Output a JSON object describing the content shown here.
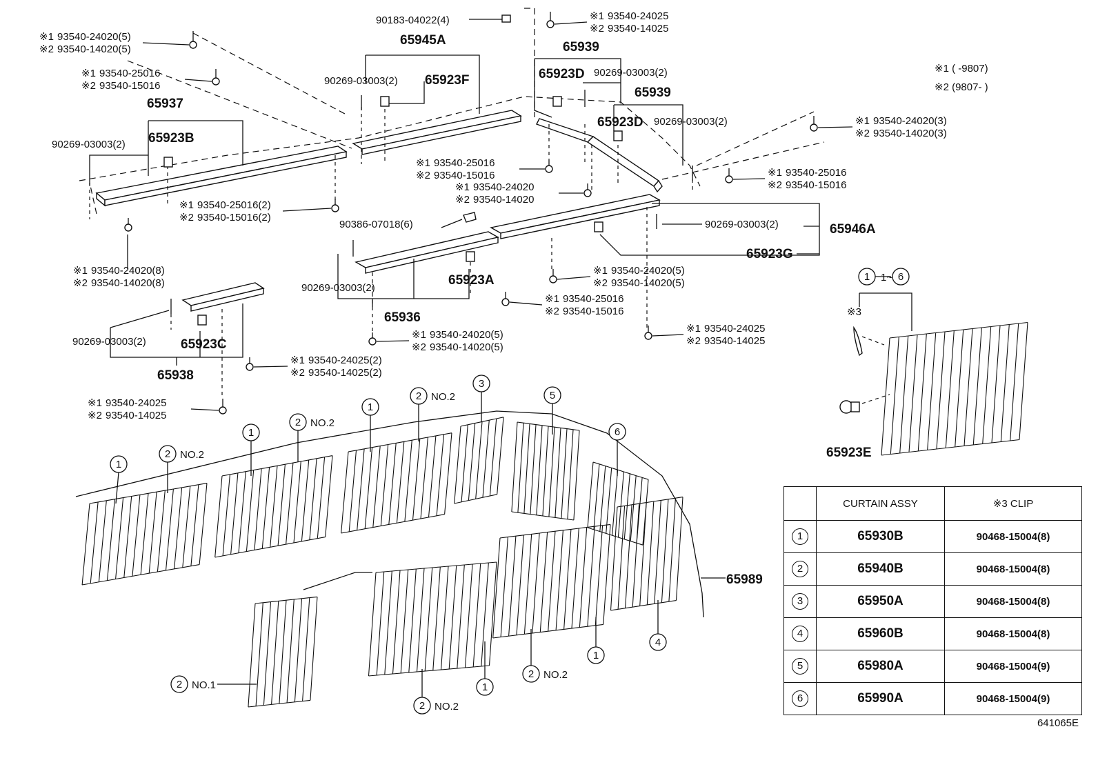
{
  "marks": {
    "m1": "※1",
    "m2": "※2",
    "m3": "※3"
  },
  "validity": {
    "r1": "※1 (       -9807)",
    "r2": "※2 (9807-       )"
  },
  "callouts": {
    "c_90183": "90183-04022(4)",
    "c_65945A": "65945A",
    "c_65923F": "65923F",
    "c_90269_a": "90269-03003(2)",
    "c_65937": "65937",
    "c_65923B": "65923B",
    "c_90269_b": "90269-03003(2)",
    "c_65939_top": "65939",
    "c_65923D_a": "65923D",
    "c_90269_c": "90269-03003(2)",
    "c_65939_b": "65939",
    "c_65923D_b": "65923D",
    "c_90269_d": "90269-03003(2)",
    "c_90386": "90386-07018(6)",
    "c_90269_e": "90269-03003(2)",
    "c_65946A": "65946A",
    "c_65923G": "65923G",
    "c_90269_f": "90269-03003(2)",
    "c_65923A": "65923A",
    "c_65936": "65936",
    "c_90269_g": "90269-03003(2)",
    "c_65923C": "65923C",
    "c_65938": "65938",
    "c_65923E": "65923E",
    "c_65989": "65989",
    "c_range": "1~6"
  },
  "screws": {
    "s1a": "93540-24020(5)",
    "s1b": "93540-14020(5)",
    "s2a": "93540-25016",
    "s2b": "93540-15016",
    "s3a": "93540-24025",
    "s3b": "93540-14025",
    "s4a": "93540-24020(3)",
    "s4b": "93540-14020(3)",
    "s5a": "93540-25016",
    "s5b": "93540-15016",
    "s6a": "93540-24020",
    "s6b": "93540-14020",
    "s7a": "93540-25016",
    "s7b": "93540-15016",
    "s8a": "93540-25016(2)",
    "s8b": "93540-15016(2)",
    "s9a": "93540-24020(8)",
    "s9b": "93540-14020(8)",
    "s10a": "93540-24020(5)",
    "s10b": "93540-14020(5)",
    "s11a": "93540-25016",
    "s11b": "93540-15016",
    "s12a": "93540-24025",
    "s12b": "93540-14025",
    "s13a": "93540-24020(5)",
    "s13b": "93540-14020(5)",
    "s14a": "93540-24025(2)",
    "s14b": "93540-14025(2)",
    "s15a": "93540-24025",
    "s15b": "93540-14025"
  },
  "curtain_labels": {
    "n1": "1",
    "n2": "2",
    "n3": "3",
    "n4": "4",
    "n5": "5",
    "n6": "6",
    "no1": "NO.1",
    "no2": "NO.2"
  },
  "legend": {
    "header": [
      "",
      "CURTAIN ASSY",
      "※3 CLIP"
    ],
    "rows": [
      {
        "no": "1",
        "assy": "65930B",
        "clip": "90468-15004(8)"
      },
      {
        "no": "2",
        "assy": "65940B",
        "clip": "90468-15004(8)"
      },
      {
        "no": "3",
        "assy": "65950A",
        "clip": "90468-15004(8)"
      },
      {
        "no": "4",
        "assy": "65960B",
        "clip": "90468-15004(8)"
      },
      {
        "no": "5",
        "assy": "65980A",
        "clip": "90468-15004(9)"
      },
      {
        "no": "6",
        "assy": "65990A",
        "clip": "90468-15004(9)"
      }
    ]
  },
  "footer_code": "641065E"
}
